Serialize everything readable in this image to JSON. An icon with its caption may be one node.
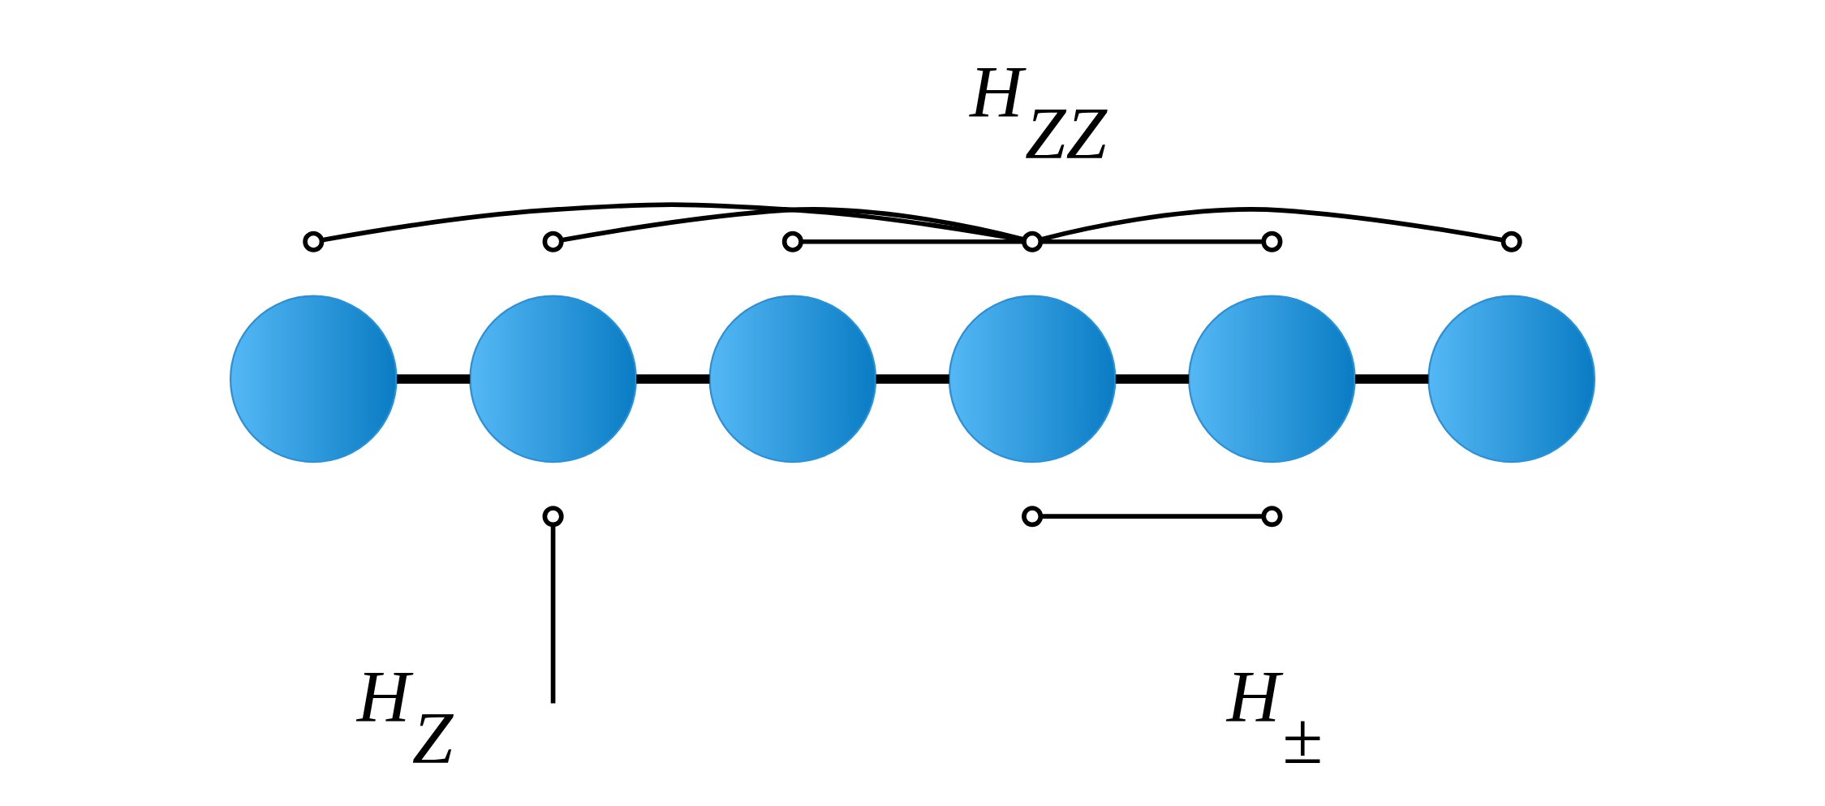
{
  "diagram": {
    "nodes": [
      {
        "text": [],
        "shape": "circle"
      },
      {
        "text": [],
        "shape": "circle"
      },
      {
        "text": [],
        "shape": "circle"
      },
      {
        "text": [],
        "shape": "circle"
      },
      {
        "text": [],
        "shape": "circle"
      },
      {
        "text": [],
        "shape": "circle"
      },
      {
        "text": [],
        "shape": "circle"
      },
      {
        "text": [],
        "shape": "circle"
      },
      {
        "text": [],
        "shape": "circle"
      },
      {
        "text": [],
        "shape": "circle"
      },
      {
        "text": [],
        "shape": "circle"
      },
      {
        "text": [],
        "shape": "circle"
      },
      {
        "text": [],
        "shape": "circle"
      },
      {
        "text": [],
        "shape": "circle"
      },
      {
        "text": [],
        "shape": "circle"
      }
    ],
    "edges": [
      {
        "from": 0,
        "to": 1,
        "arrow": "none",
        "style": "thick"
      },
      {
        "from": 1,
        "to": 2,
        "arrow": "none",
        "style": "thick"
      },
      {
        "from": 2,
        "to": 3,
        "arrow": "none",
        "style": "thick"
      },
      {
        "from": 3,
        "to": 4,
        "arrow": "none",
        "style": "thick"
      },
      {
        "from": 4,
        "to": 5,
        "arrow": "none",
        "style": "thick"
      },
      {
        "from": 6,
        "to": 9,
        "arrow": "none"
      },
      {
        "from": 7,
        "to": 9,
        "arrow": "none"
      },
      {
        "from": 8,
        "to": 9,
        "arrow": "none"
      },
      {
        "from": 9,
        "to": 10,
        "arrow": "none"
      },
      {
        "from": 9,
        "to": 11,
        "arrow": "none"
      },
      {
        "from": 12,
        "to": null,
        "arrow": "none"
      },
      {
        "from": 13,
        "to": 14,
        "arrow": "none"
      }
    ],
    "labels": [
      "H$_{ZZ}$",
      "H$_{Z}$",
      "H$_{±}$"
    ]
  }
}
